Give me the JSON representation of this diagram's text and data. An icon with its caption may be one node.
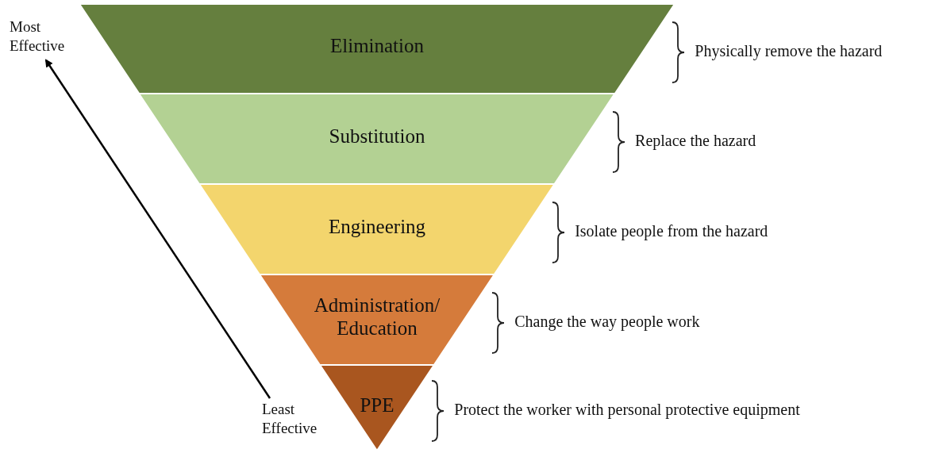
{
  "diagram": {
    "nodes": [
      {
        "text": [
          "Elimination"
        ],
        "beside": [
          "Physically remove the hazard"
        ]
      },
      {
        "text": [
          "Substitution"
        ],
        "beside": [
          "Replace the hazard"
        ]
      },
      {
        "text": [
          "Engineering"
        ],
        "beside": [
          "Isolate people from the hazard"
        ]
      },
      {
        "text": [
          "Administration/ Education"
        ],
        "beside": [
          "Change the way people work"
        ]
      },
      {
        "text": [
          "PPE"
        ],
        "beside": [
          "Protect the worker with personal protective equipment"
        ]
      },
      {
        "text": [
          "Least Effective"
        ]
      },
      {
        "text": [
          "Most Effective"
        ]
      }
    ],
    "edges": [
      {
        "from": 5,
        "to": 6,
        "arrow": "to"
      }
    ]
  }
}
